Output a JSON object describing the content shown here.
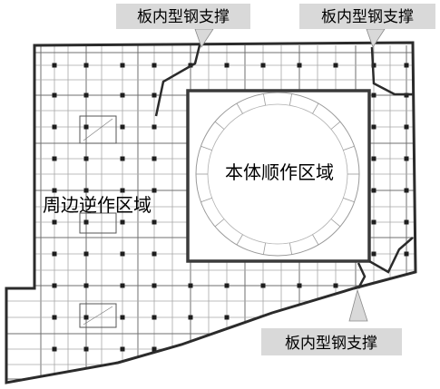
{
  "labels": {
    "callout_top_left": "板内型钢支撑",
    "callout_top_right": "板内型钢支撑",
    "callout_bottom_right": "板内型钢支撑",
    "zone_center": "本体顺作区域",
    "zone_left": "周边逆作区域"
  },
  "colors": {
    "callout_fill": "#d9d9d9",
    "outline": "#2b2b2b",
    "grid": "#a8a8a8"
  }
}
